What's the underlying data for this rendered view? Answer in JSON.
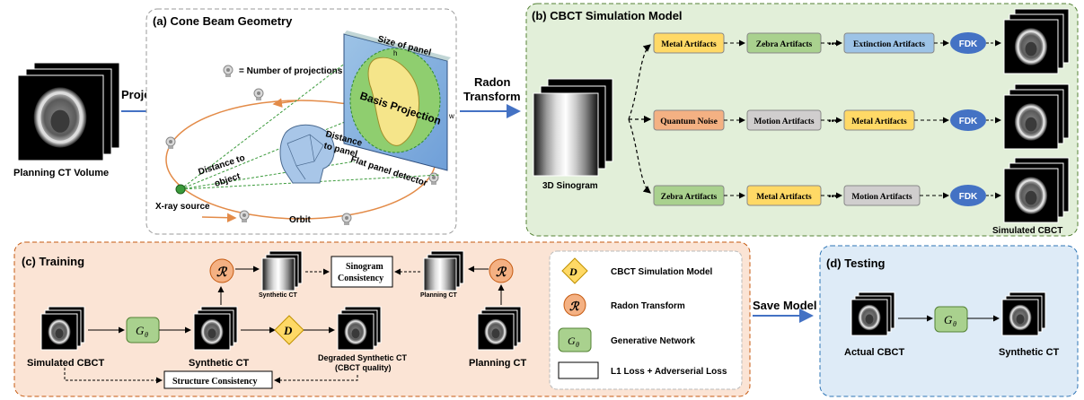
{
  "left": {
    "planning_ct_volume": "Planning CT Volume",
    "projection": "Projection"
  },
  "panel_a": {
    "title": "(a)  Cone Beam Geometry",
    "number_of_projections": "= Number of projections",
    "size_of_panel": "Size of panel",
    "panel_h": "h",
    "panel_w": "w",
    "basis_projection": "Basis Projection",
    "distance_to_panel_1": "Distance",
    "distance_to_panel_2": "to panel",
    "flat_panel_detector": "Flat panel detector",
    "distance_to_object_1": "Distance to",
    "distance_to_object_2": "object",
    "xray_source": "X-ray source",
    "orbit": "Orbit"
  },
  "radon_1": "Radon",
  "radon_2": "Transform",
  "panel_b": {
    "title": "(b)  CBCT Simulation Model",
    "sinogram": "3D Sinogram",
    "simulated_cbct": "Simulated CBCT",
    "ellipsis": "•••",
    "fdk": "FDK",
    "rows": [
      [
        "Metal Artifacts",
        "Zebra Artifacts",
        "Extinction Artifacts"
      ],
      [
        "Quantum Noise",
        "Motion Artifacts",
        "Metal Artifacts"
      ],
      [
        "Zebra Artifacts",
        "Metal Artifacts",
        "Motion Artifacts"
      ]
    ]
  },
  "panel_c": {
    "title": "(c)  Training",
    "simulated_cbct": "Simulated CBCT",
    "g": "G",
    "theta": "θ",
    "synthetic_ct": "Synthetic CT",
    "synthetic_ct_small": "Synthetic CT",
    "planning_ct_small": "Planning CT",
    "r": "ℛ",
    "d": "D",
    "sinogram_consistency_1": "Sinogram",
    "sinogram_consistency_2": "Consistency",
    "degraded_1": "Degraded Synthetic CT",
    "degraded_2": "(CBCT quality)",
    "planning_ct": "Planning CT",
    "structure_consistency": "Structure Consistency"
  },
  "legend": {
    "d_label": "CBCT Simulation Model",
    "r_label": "Radon Transform",
    "g_label": "Generative Network",
    "box_label": "L1 Loss + Adverserial Loss"
  },
  "save_model": "Save Model",
  "panel_d": {
    "title": "(d)  Testing",
    "actual_cbct": "Actual CBCT",
    "synthetic_ct": "Synthetic CT"
  },
  "colors": {
    "panel_a_bg": "#ffffff",
    "panel_b_bg": "#e2efd9",
    "panel_c_bg": "#fbe4d5",
    "panel_d_bg": "#deebf7",
    "metal": "#ffd966",
    "zebra": "#a9d18e",
    "extinction": "#9dc3e6",
    "quantum": "#f4b183",
    "motion": "#d0cece",
    "fdk": "#4472c4",
    "orbit": "#e38b48"
  }
}
